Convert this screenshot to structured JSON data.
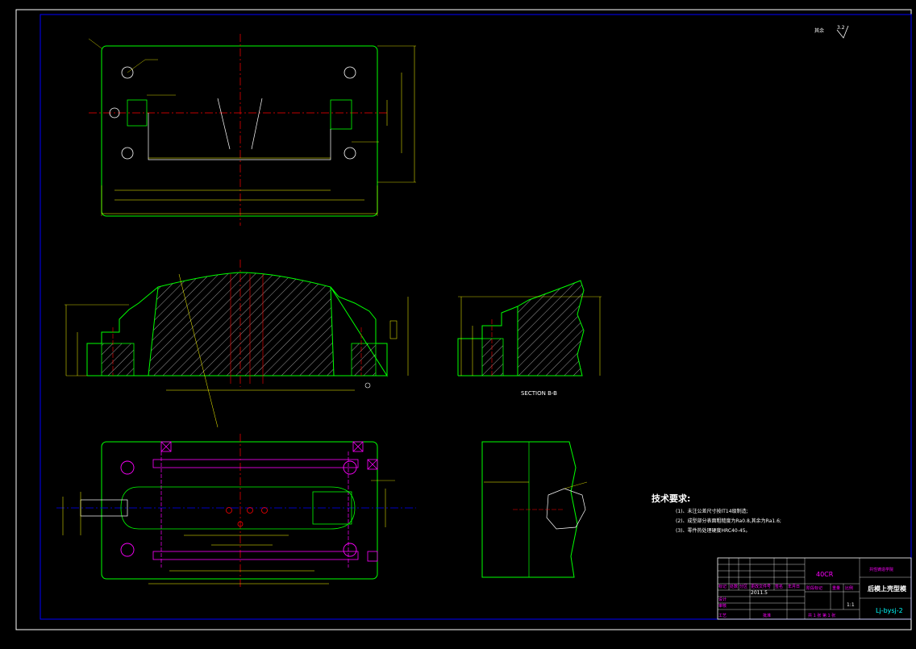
{
  "drawing": {
    "section_label": "SECTION B-B",
    "roughness_note": "其余",
    "roughness_value": "3.2"
  },
  "tech_requirements": {
    "title": "技术要求:",
    "items": [
      "(1)、未注公差尺寸按IT14级制造;",
      "(2)、成型部分表面粗糙度为Ra0.8,其余为Ra1.6;",
      "(3)、零件热处理硬度HRC40-45。"
    ]
  },
  "title_block": {
    "material": "40CR",
    "part_name": "后模上壳型模",
    "drawing_number": "Lj-bysj-2",
    "company_label": "共性铸造学院",
    "date": "2011.5",
    "sheet_info": "共 1 张 第 1 张",
    "scale": "1:1",
    "header_cells": [
      "标记",
      "处数",
      "分区",
      "更改文件号",
      "签名",
      "年月日"
    ],
    "row_labels": [
      "设计",
      "审核",
      "工艺"
    ],
    "right_labels": [
      "阶段标记",
      "重量",
      "比例"
    ],
    "approve_label": "批准"
  },
  "colors": {
    "background": "#000000",
    "outline": "#00ff00",
    "centerline": "#ff0000",
    "dimension": "#ffff00",
    "hidden": "#ff00ff",
    "text": "#ffffff",
    "border": "#0000ff",
    "frame": "#ffffff"
  }
}
